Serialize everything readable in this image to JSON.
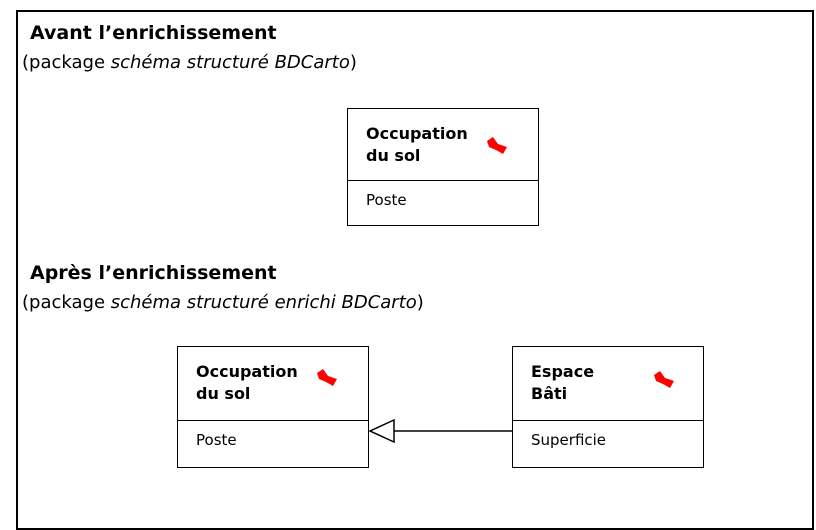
{
  "before": {
    "title": "Avant l’enrichissement",
    "caption_prefix": "(package ",
    "caption_italic": "schéma structuré BDCarto",
    "caption_suffix": ")",
    "class": {
      "name": "Occupation\ndu sol",
      "attribute": "Poste",
      "icon": "red-package-flag-icon"
    }
  },
  "after": {
    "title": "Après l’enrichissement",
    "caption_prefix": "(package ",
    "caption_italic": "schéma structuré enrichi BDCarto",
    "caption_suffix": ")",
    "parent_class": {
      "name": "Occupation\ndu sol",
      "attribute": "Poste",
      "icon": "red-package-flag-icon"
    },
    "child_class": {
      "name": "Espace\nBâti",
      "attribute": "Superficie",
      "icon": "red-package-flag-icon"
    },
    "relation": "generalization"
  },
  "colors": {
    "icon": "#ff0000",
    "line": "#000000"
  }
}
